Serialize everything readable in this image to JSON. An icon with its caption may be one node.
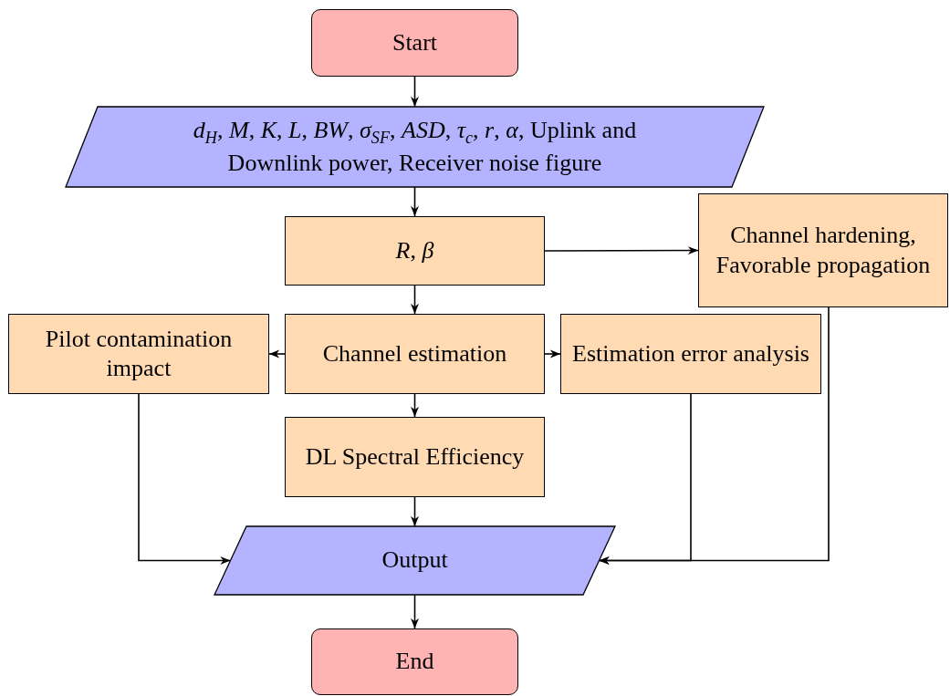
{
  "diagram": {
    "nodes": [
      {
        "text": [
          "Start"
        ]
      },
      {
        "text": [
          "*d*$_{H}$, *M*, *K*, *L*, *BW*, *σ*$_{SF}$, *ASD*, *τ*$_{c}$, *r*, *α*, Uplink and Downlink power, Receiver noise figure"
        ]
      },
      {
        "text": [
          "*R*, *β*"
        ]
      },
      {
        "text": [
          "Channel hardening, Favorable propagation"
        ]
      },
      {
        "text": [
          "Pilot contamination impact"
        ]
      },
      {
        "text": [
          "Channel estimation"
        ]
      },
      {
        "text": [
          "Estimation error analysis"
        ]
      },
      {
        "text": [
          "DL Spectral Efficiency"
        ]
      },
      {
        "text": [
          "Output"
        ]
      },
      {
        "text": [
          "End"
        ]
      }
    ],
    "edges": [
      {
        "from": 0,
        "to": 1,
        "arrow": "to"
      },
      {
        "from": 1,
        "to": 2,
        "arrow": "to"
      },
      {
        "from": 2,
        "to": 3,
        "arrow": "to"
      },
      {
        "from": 2,
        "to": 5,
        "arrow": "to"
      },
      {
        "from": 5,
        "to": 4,
        "arrow": "to"
      },
      {
        "from": 5,
        "to": 6,
        "arrow": "to"
      },
      {
        "from": 5,
        "to": 7,
        "arrow": "to"
      },
      {
        "from": 7,
        "to": 8,
        "arrow": "to"
      },
      {
        "from": 4,
        "to": 8,
        "arrow": "to"
      },
      {
        "from": 6,
        "to": 8,
        "arrow": "to"
      },
      {
        "from": 3,
        "to": 8,
        "arrow": "to"
      },
      {
        "from": 8,
        "to": 9,
        "arrow": "to"
      }
    ]
  }
}
